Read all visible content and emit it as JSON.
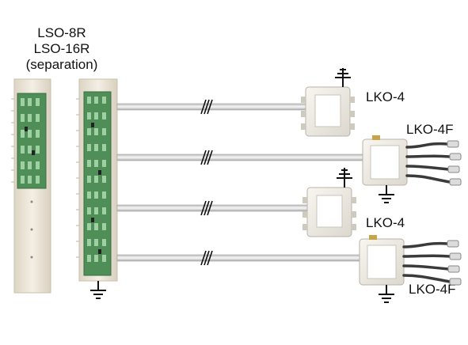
{
  "diagram": {
    "title_lines": [
      "LSO-8R",
      "LSO-16R",
      "(separation)"
    ],
    "devices": [
      {
        "label": "LKO-4"
      },
      {
        "label": "LKO-4F"
      },
      {
        "label": "LKO-4"
      },
      {
        "label": "LKO-4F"
      }
    ],
    "colors": {
      "panel": "#efe9dc",
      "pcb": "#4f8f57",
      "cable": "#dcdcdc",
      "coax": "#3a3a3a",
      "ground": "#111111"
    },
    "icons": [
      "ground-symbol-icon",
      "cable-break-icon"
    ]
  }
}
